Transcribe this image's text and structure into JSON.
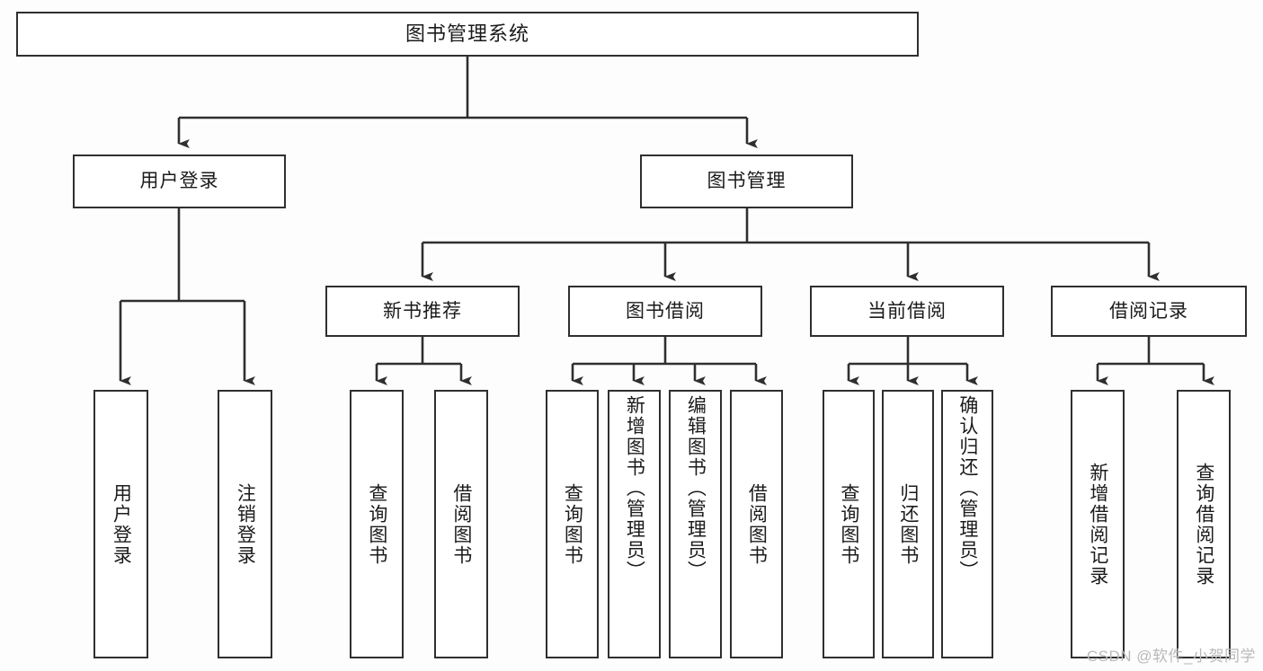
{
  "diagram": {
    "kind": "tree-diagram",
    "title": "图书管理系统",
    "colors": {
      "background": "#fdfdfd",
      "box_fill": "#ffffff",
      "box_stroke": "#2f2f2f",
      "text": "#1b1b1b",
      "watermark": "#b9b9b9"
    },
    "root": {
      "label": "图书管理系统"
    },
    "level2": [
      {
        "label": "用户登录"
      },
      {
        "label": "图书管理"
      }
    ],
    "level3": [
      {
        "label": "新书推荐"
      },
      {
        "label": "图书借阅"
      },
      {
        "label": "当前借阅"
      },
      {
        "label": "借阅记录"
      }
    ],
    "leaves": {
      "user_login": [
        {
          "label": "用户登录"
        },
        {
          "label": "注销登录"
        }
      ],
      "new_book_recommend": [
        {
          "label": "查询图书"
        },
        {
          "label": "借阅图书"
        }
      ],
      "book_borrow": [
        {
          "label": "查询图书"
        },
        {
          "label": "新增图书（管理员）"
        },
        {
          "label": "编辑图书（管理员）"
        },
        {
          "label": "借阅图书"
        }
      ],
      "current_borrow": [
        {
          "label": "查询图书"
        },
        {
          "label": "归还图书"
        },
        {
          "label": "确认归还（管理员）"
        }
      ],
      "borrow_record": [
        {
          "label": "新增借阅记录"
        },
        {
          "label": "查询借阅记录"
        }
      ]
    }
  },
  "watermark": {
    "text": "CSDN @软件_小贺同学"
  }
}
